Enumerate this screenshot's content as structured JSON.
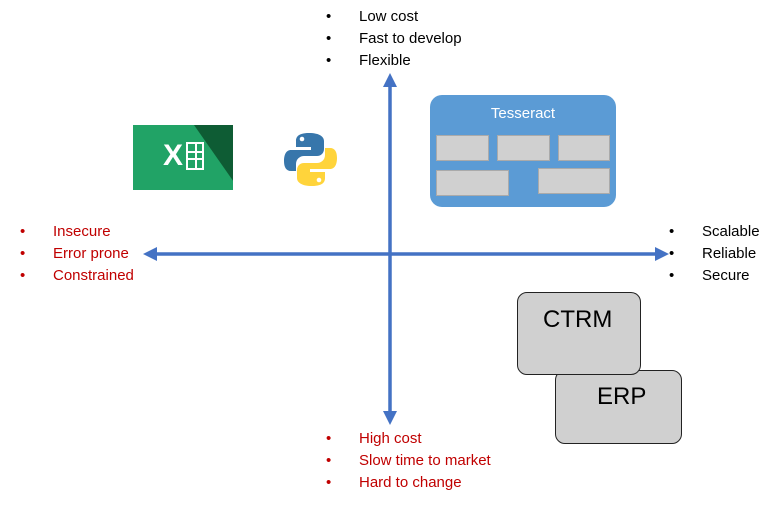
{
  "top_list": [
    "Low cost",
    "Fast to develop",
    "Flexible"
  ],
  "left_list": [
    "Insecure",
    "Error prone",
    "Constrained"
  ],
  "right_list": [
    "Scalable",
    "Reliable",
    "Secure"
  ],
  "bottom_list": [
    "High cost",
    "Slow time to market",
    "Hard to change"
  ],
  "tesseract": {
    "title": "Tesseract"
  },
  "cards": {
    "ctrm": "CTRM",
    "erp": "ERP"
  },
  "logos": {
    "excel": "excel-icon",
    "python": "python-icon"
  },
  "colors": {
    "axis": "#4472c4",
    "negative_text": "#c00000",
    "tesseract_bg": "#5b9bd5",
    "card_bg": "#d0d0d0"
  }
}
